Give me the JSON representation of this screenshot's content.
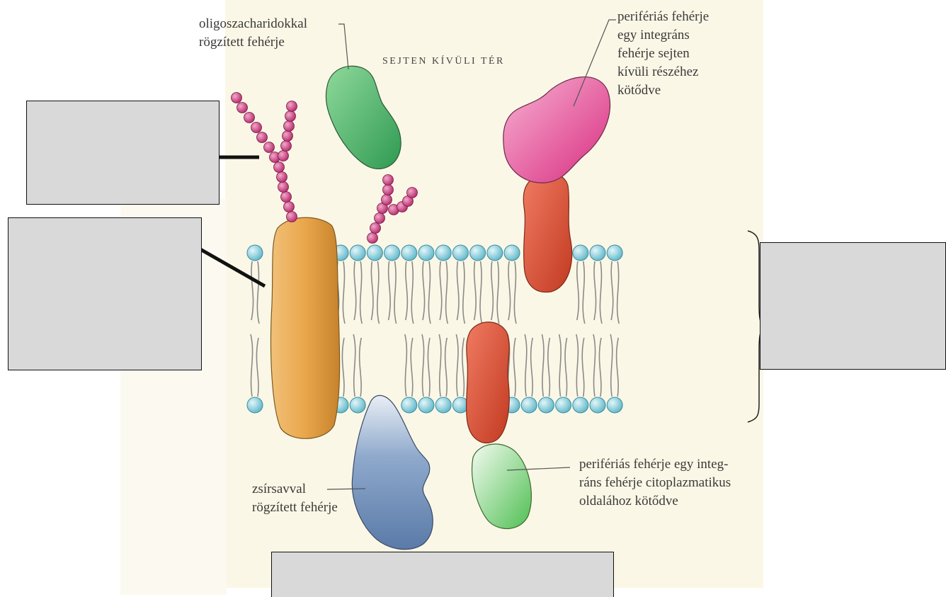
{
  "diagram": {
    "region_label": "SEJTEN KÍVÜLI TÉR",
    "labels": {
      "oligo_anchored": [
        "oligoszacharidokkal",
        "rögzített fehérje"
      ],
      "peripheral_extracellular": [
        "perifériás fehérje",
        "egy integráns",
        "fehérje sejten",
        "kívüli részéhez",
        "kötődve"
      ],
      "peripheral_cytoplasmic": [
        "perifériás fehérje egy integ-",
        "ráns fehérje citoplazmatikus",
        "oldalához kötődve"
      ],
      "fatty_acid_anchored": [
        "zsírsavval",
        "rögzített fehérje"
      ]
    },
    "answer_boxes": [
      "",
      "",
      "",
      ""
    ],
    "colors": {
      "lipid_head": "#7ec9d8",
      "sugar_chain": "#c43b7a",
      "green_protein": "#47b36b",
      "orange_protein": "#e9a64a",
      "red_protein": "#d9472e",
      "pink_protein": "#e53e8f",
      "blue_protein": "#6f8fb8",
      "light_green_protein": "#6cc86a",
      "background_tint": "#fbf7e6"
    }
  }
}
